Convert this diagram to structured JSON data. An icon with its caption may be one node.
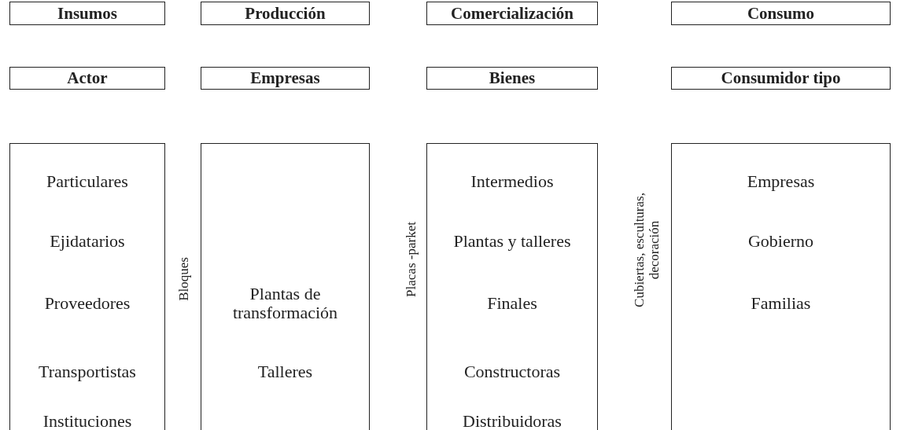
{
  "diagram": {
    "nodes": [
      {
        "text": [
          "Insumos"
        ]
      },
      {
        "text": [
          "Producción"
        ]
      },
      {
        "text": [
          "Comercialización"
        ]
      },
      {
        "text": [
          "Consumo"
        ]
      },
      {
        "text": [
          "Actor"
        ]
      },
      {
        "text": [
          "Empresas"
        ]
      },
      {
        "text": [
          "Bienes"
        ]
      },
      {
        "text": [
          "Consumidor tipo"
        ]
      },
      {
        "text": [
          "Particulares",
          "Ejidatarios",
          "Proveedores",
          "Transportistas",
          "Instituciones"
        ]
      },
      {
        "text": [
          "Plantas de transformación",
          "Talleres"
        ]
      },
      {
        "text": [
          "Intermedios",
          "Plantas y talleres",
          "Finales",
          "Constructoras",
          "Distribuidoras"
        ]
      },
      {
        "text": [
          "Empresas",
          "Gobierno",
          "Familias"
        ]
      }
    ],
    "labels": [
      "Bloques",
      "Placas -parket",
      "Cubiertas, esculturas, decoración"
    ]
  }
}
